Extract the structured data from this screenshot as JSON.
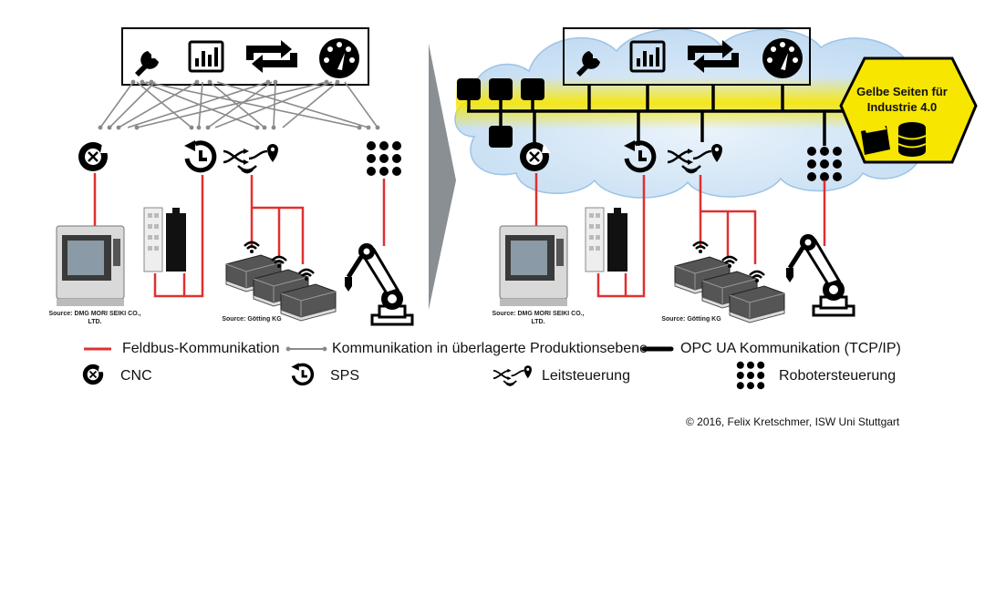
{
  "sources": {
    "dmg_left": "Source: DMG MORI SEIKI CO., LTD.",
    "goetting_left": "Source: Götting KG",
    "dmg_right": "Source: DMG MORI SEIKI CO., LTD.",
    "goetting_right": "Source: Götting KG"
  },
  "gelbe_seiten": {
    "title": "Gelbe Seiten für Industrie 4.0"
  },
  "legend": {
    "feldbus": "Feldbus-Kommunikation",
    "ueberlagert": "Kommunikation in überlagerte Produktionsebene",
    "opcua": "OPC UA Kommunikation (TCP/IP)",
    "cnc": "CNC",
    "sps": "SPS",
    "leitsteuerung": "Leitsteuerung",
    "robotersteuerung": "Robotersteuerung"
  },
  "copyright": "© 2016, Felix Kretschmer, ISW Uni Stuttgart",
  "colors": {
    "feldbus": "#e03030",
    "overlay": "#888888",
    "opcua": "#000000",
    "highlight": "#f7e600",
    "cloud": "#cfe4f6"
  },
  "icons": [
    "wrench-icon",
    "bar-chart-icon",
    "exchange-arrows-icon",
    "gauge-icon",
    "cnc-icon",
    "sps-icon",
    "leitsteuerung-icon",
    "robot-controller-icon",
    "book-icon",
    "database-icon"
  ]
}
